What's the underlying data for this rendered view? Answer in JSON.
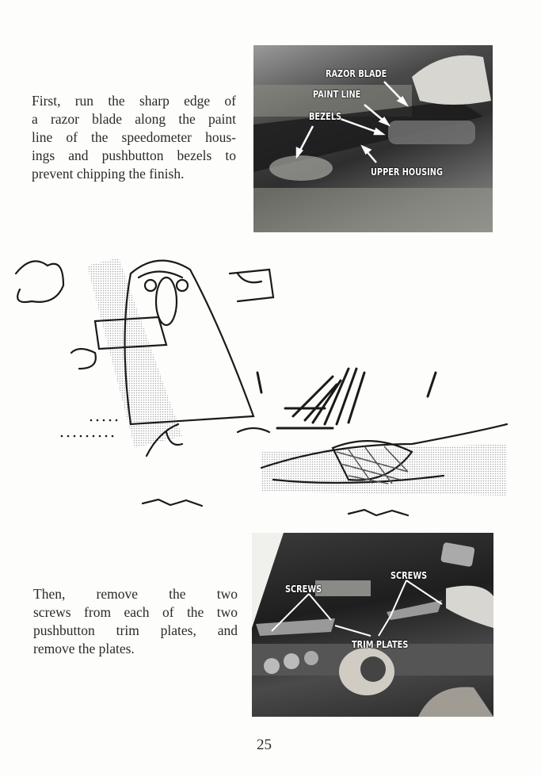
{
  "step1": {
    "lines": [
      "First, run the sharp edge of",
      "a razor blade along the paint",
      "line of the speedometer hous-",
      "ings and pushbutton bezels to",
      "prevent chipping the finish."
    ]
  },
  "photo1": {
    "labels": {
      "razor_blade": "RAZOR BLADE",
      "paint_line": "PAINT LINE",
      "bezels": "BEZELS",
      "upper_housing": "UPPER HOUSING"
    }
  },
  "step2": {
    "lines": [
      "Then, remove the two",
      "screws from each of the two",
      "pushbutton trim plates, and",
      "remove the plates."
    ]
  },
  "photo2": {
    "labels": {
      "screws_left": "SCREWS",
      "screws_right": "SCREWS",
      "trim_plates": "TRIM PLATES"
    }
  },
  "page_number": "25"
}
